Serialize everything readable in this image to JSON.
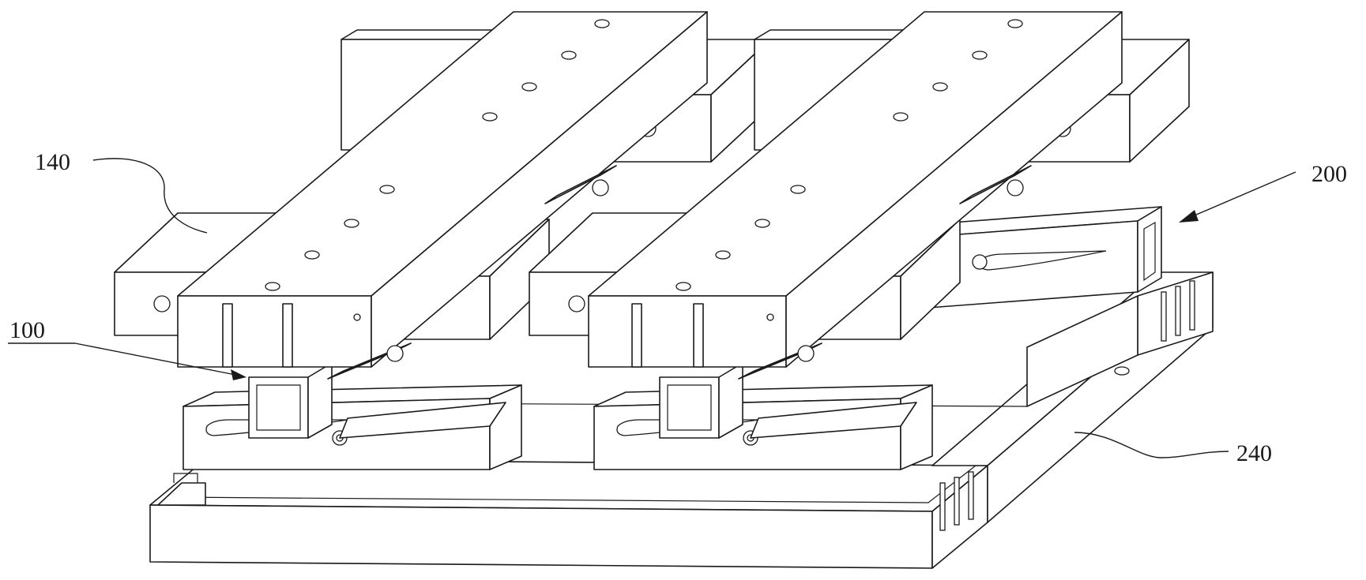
{
  "labels": {
    "ref_140": "140",
    "ref_100": "100",
    "ref_200": "200",
    "ref_240": "240"
  },
  "colors": {
    "line": "#1a1a1a",
    "background": "#ffffff"
  }
}
